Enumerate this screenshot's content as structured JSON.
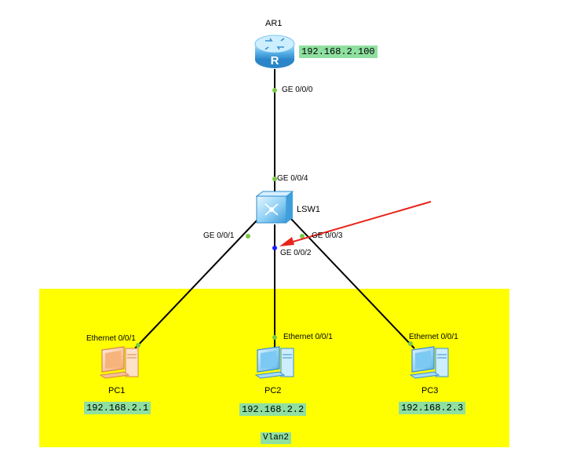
{
  "router": {
    "name": "AR1",
    "ip": "192.168.2.100",
    "port": "GE 0/0/0"
  },
  "switch": {
    "name": "LSW1",
    "ports": {
      "uplink": "GE 0/0/4",
      "pc1": "GE 0/0/1",
      "pc2": "GE 0/0/2",
      "pc3": "GE 0/0/3"
    }
  },
  "pcs": [
    {
      "name": "PC1",
      "ip": "192.168.2.1",
      "port": "Ethernet 0/0/1"
    },
    {
      "name": "PC2",
      "ip": "192.168.2.2",
      "port": "Ethernet 0/0/1"
    },
    {
      "name": "PC3",
      "ip": "192.168.2.3",
      "port": "Ethernet 0/0/1"
    }
  ],
  "vlan": {
    "label": "Vlan2",
    "color": "#ffff00"
  },
  "colors": {
    "port_up": "#7ac943",
    "port_selected": "#1a1aff",
    "arrow": "#e8231b",
    "ip_tag": "#8fe0a0"
  },
  "icons": {
    "router": "router-icon",
    "switch": "switch-icon",
    "pc_off": "pc-icon-orange",
    "pc_on": "pc-icon-blue"
  }
}
